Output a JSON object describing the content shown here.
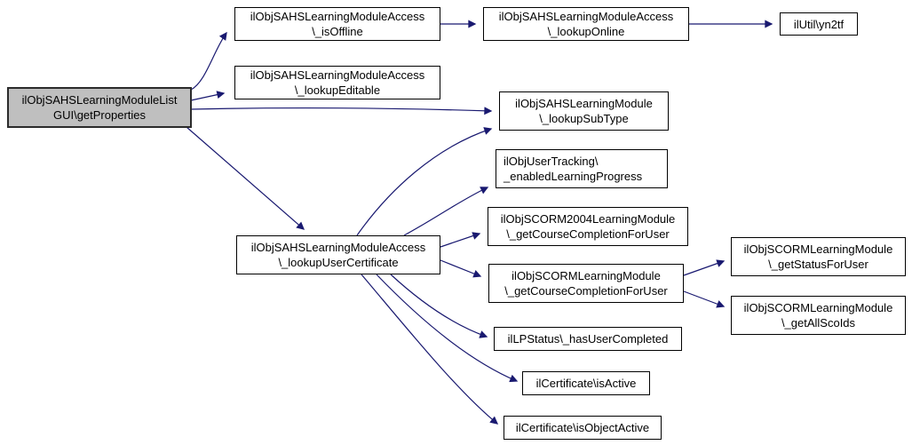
{
  "diagram": {
    "type": "call-graph",
    "background_color": "#ffffff",
    "edge_color": "#191970",
    "node_fill_color": "#ffffff",
    "node_border_color": "#000000",
    "highlight_node_fill_color": "#bfbfbf",
    "nodes": {
      "get_properties": {
        "lines": [
          "ilObjSAHSLearningModuleList",
          "GUI\\getProperties"
        ]
      },
      "is_offline": {
        "lines": [
          "ilObjSAHSLearningModuleAccess",
          "\\_isOffline"
        ]
      },
      "lookup_online": {
        "lines": [
          "ilObjSAHSLearningModuleAccess",
          "\\_lookupOnline"
        ]
      },
      "yn2tf": {
        "lines": [
          "ilUtil\\yn2tf"
        ]
      },
      "lookup_editable": {
        "lines": [
          "ilObjSAHSLearningModuleAccess",
          "\\_lookupEditable"
        ]
      },
      "lookup_sub_type": {
        "lines": [
          "ilObjSAHSLearningModule",
          "\\_lookupSubType"
        ]
      },
      "enabled_learning_progress": {
        "lines": [
          "ilObjUserTracking\\",
          "_enabledLearningProgress"
        ]
      },
      "scorm2004_get_course_completion_for_user": {
        "lines": [
          "ilObjSCORM2004LearningModule",
          "\\_getCourseCompletionForUser"
        ]
      },
      "lookup_user_certificate": {
        "lines": [
          "ilObjSAHSLearningModuleAccess",
          "\\_lookupUserCertificate"
        ]
      },
      "scorm_get_course_completion_for_user": {
        "lines": [
          "ilObjSCORMLearningModule",
          "\\_getCourseCompletionForUser"
        ]
      },
      "has_user_completed": {
        "lines": [
          "ilLPStatus\\_hasUserCompleted"
        ]
      },
      "is_active": {
        "lines": [
          "ilCertificate\\isActive"
        ]
      },
      "is_object_active": {
        "lines": [
          "ilCertificate\\isObjectActive"
        ]
      },
      "get_status_for_user": {
        "lines": [
          "ilObjSCORMLearningModule",
          "\\_getStatusForUser"
        ]
      },
      "get_all_sco_ids": {
        "lines": [
          "ilObjSCORMLearningModule",
          "\\_getAllScoIds"
        ]
      }
    },
    "edges": [
      {
        "from": "get_properties",
        "to": "is_offline"
      },
      {
        "from": "get_properties",
        "to": "lookup_editable"
      },
      {
        "from": "get_properties",
        "to": "lookup_sub_type"
      },
      {
        "from": "get_properties",
        "to": "lookup_user_certificate"
      },
      {
        "from": "is_offline",
        "to": "lookup_online"
      },
      {
        "from": "lookup_online",
        "to": "yn2tf"
      },
      {
        "from": "lookup_user_certificate",
        "to": "lookup_sub_type"
      },
      {
        "from": "lookup_user_certificate",
        "to": "enabled_learning_progress"
      },
      {
        "from": "lookup_user_certificate",
        "to": "scorm2004_get_course_completion_for_user"
      },
      {
        "from": "lookup_user_certificate",
        "to": "scorm_get_course_completion_for_user"
      },
      {
        "from": "lookup_user_certificate",
        "to": "has_user_completed"
      },
      {
        "from": "lookup_user_certificate",
        "to": "is_active"
      },
      {
        "from": "lookup_user_certificate",
        "to": "is_object_active"
      },
      {
        "from": "scorm_get_course_completion_for_user",
        "to": "get_status_for_user"
      },
      {
        "from": "scorm_get_course_completion_for_user",
        "to": "get_all_sco_ids"
      }
    ]
  }
}
